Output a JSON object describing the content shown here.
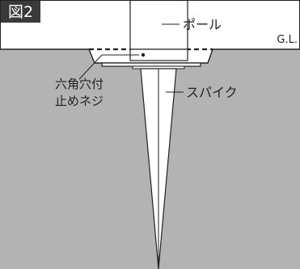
{
  "figure": {
    "badge": "図2",
    "ground_level": "G.L.",
    "pole_label": "ポール",
    "screw_label_line1": "六角穴付",
    "screw_label_line2": "止めネジ",
    "spike_label": "スパイク"
  },
  "colors": {
    "ground": "#b3b3b3",
    "badge_bg": "#3a3a3a",
    "badge_text": "#ffffff",
    "line": "#222222",
    "paper": "#ffffff"
  }
}
